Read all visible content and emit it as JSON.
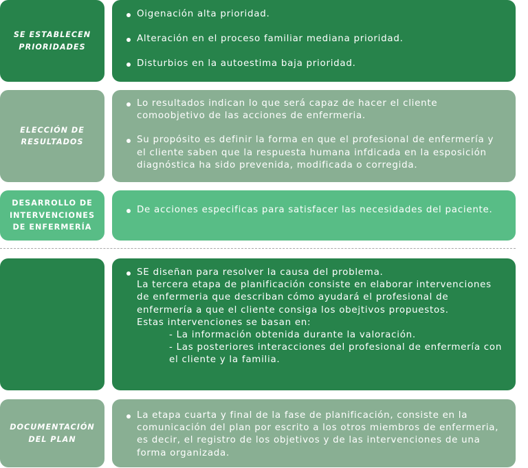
{
  "rows": [
    {
      "label": "SE ESTABLECEN PRIORIDADES",
      "items": [
        "Oigenación alta prioridad.",
        "Alteración en el proceso familiar mediana prioridad.",
        "Disturbios en la autoestima baja prioridad."
      ]
    },
    {
      "label": "ELECCIÓN DE RESULTADOS",
      "items": [
        "Lo resultados indican lo que será capaz de hacer el cliente comoobjetivo de las acciones de enfermeria.",
        "Su propósito es definir la forma en que el profesional de enfermería y el cliente saben que la respuesta humana infdicada en la esposición diagnóstica ha sido prevenida, modificada o corregida."
      ]
    },
    {
      "label": "DESARROLLO DE INTERVENCIONES DE ENFERMERÍA",
      "items": [
        "De acciones especificas para satisfacer las necesidades del paciente."
      ]
    },
    {
      "label": "",
      "lines": [
        "SE diseñan para resolver la causa del problema.",
        "La tercera etapa de planificación consiste en elaborar intervenciones de enfermeria que describan cómo ayudará el profesional de enfermería a que el cliente consiga los obejtivos propuestos.",
        "Estas intervenciones se basan en:",
        "- La información obtenida durante la valoración.",
        "- Las posteriores interacciones del profesional de enfermería con el cliente y la familia."
      ]
    },
    {
      "label": "DOCUMENTACIÓN DEL PLAN",
      "items": [
        "La etapa cuarta y final de la fase de planificación, consiste en la comunicación del plan por escrito a los otros miembros de enfermeria, es decir, el registro de los objetivos y de las intervenciones de una forma organizada."
      ]
    }
  ],
  "colors": {
    "dark_green": "#27834b",
    "gray_green": "#89af93",
    "light_green": "#58bd86",
    "divider": "#a8a8a8"
  }
}
